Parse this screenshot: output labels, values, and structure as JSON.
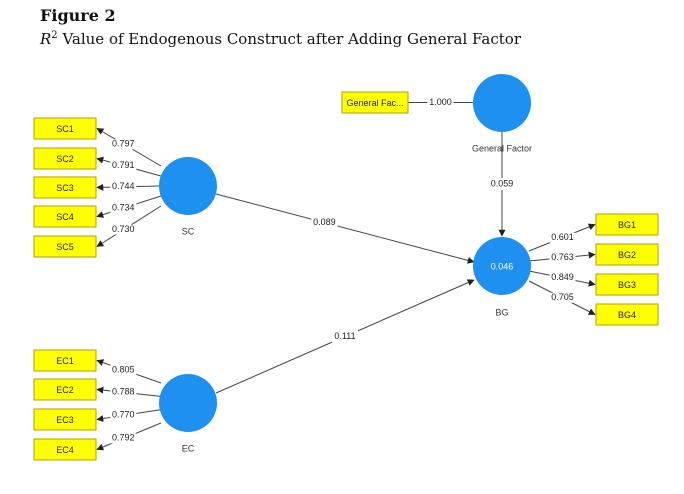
{
  "figure": {
    "label": "Figure 2",
    "title_symbol": "R",
    "title_sup": "2",
    "title_rest": " Value of Endogenous Construct after Adding General Factor"
  },
  "diagram": {
    "constructs": [
      {
        "id": "SC",
        "label": "SC",
        "value": ""
      },
      {
        "id": "EC",
        "label": "EC",
        "value": ""
      },
      {
        "id": "BG",
        "label": "BG",
        "value": "0.046"
      },
      {
        "id": "GF",
        "label": "General Factor",
        "value": ""
      }
    ],
    "indicators": {
      "SC": [
        {
          "label": "SC1",
          "loading": "0.797"
        },
        {
          "label": "SC2",
          "loading": "0.791"
        },
        {
          "label": "SC3",
          "loading": "0.744"
        },
        {
          "label": "SC4",
          "loading": "0.734"
        },
        {
          "label": "SC5",
          "loading": "0.730"
        }
      ],
      "EC": [
        {
          "label": "EC1",
          "loading": "0.805"
        },
        {
          "label": "EC2",
          "loading": "0.788"
        },
        {
          "label": "EC3",
          "loading": "0.770"
        },
        {
          "label": "EC4",
          "loading": "0.792"
        }
      ],
      "BG": [
        {
          "label": "BG1",
          "loading": "0.601"
        },
        {
          "label": "BG2",
          "loading": "0.763"
        },
        {
          "label": "BG3",
          "loading": "0.849"
        },
        {
          "label": "BG4",
          "loading": "0.705"
        }
      ],
      "GF": [
        {
          "label": "General Fac...",
          "loading": "1.000"
        }
      ]
    },
    "paths": [
      {
        "from": "SC",
        "to": "BG",
        "coefficient": "0.089"
      },
      {
        "from": "EC",
        "to": "BG",
        "coefficient": "0.111"
      },
      {
        "from": "GF",
        "to": "BG",
        "coefficient": "0.059"
      }
    ],
    "colors": {
      "construct_fill": "#1e90f0",
      "indicator_fill": "#ffff00",
      "indicator_border": "#b0a000",
      "line": "#444444"
    }
  }
}
